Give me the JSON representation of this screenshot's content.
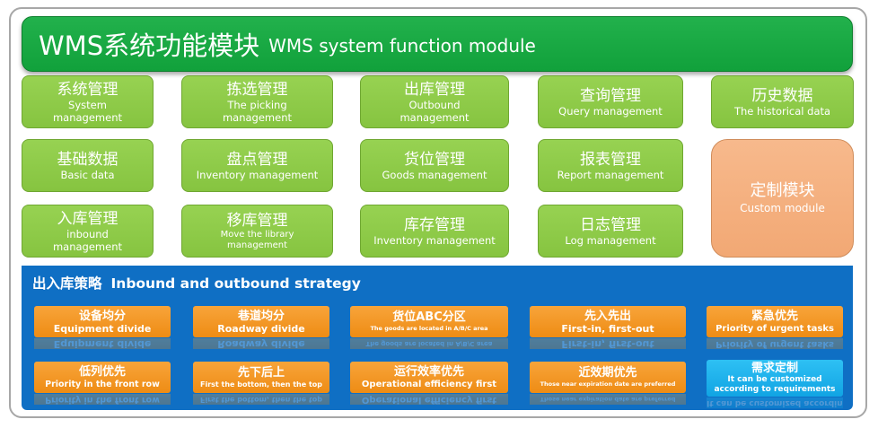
{
  "header": {
    "title_cn": "WMS系统功能模块",
    "title_en": "WMS system function module"
  },
  "modules": [
    {
      "cn": "系统管理",
      "en": "System management"
    },
    {
      "cn": "拣选管理",
      "en": "The picking management"
    },
    {
      "cn": "出库管理",
      "en": "Outbound management"
    },
    {
      "cn": "查询管理",
      "en": "Query management"
    },
    {
      "cn": "历史数据",
      "en": "The historical data"
    },
    {
      "cn": "基础数据",
      "en": "Basic data"
    },
    {
      "cn": "盘点管理",
      "en": "Inventory management"
    },
    {
      "cn": "货位管理",
      "en": "Goods management"
    },
    {
      "cn": "报表管理",
      "en": "Report management"
    },
    {
      "cn": "入库管理",
      "en": "inbound management"
    },
    {
      "cn": "移库管理",
      "en": "Move the library management"
    },
    {
      "cn": "库存管理",
      "en": "Inventory management"
    },
    {
      "cn": "日志管理",
      "en": "Log management"
    }
  ],
  "custom_module": {
    "cn": "定制模块",
    "en": "Custom module"
  },
  "strategy": {
    "title_cn": "出入库策略",
    "title_en": "Inbound and outbound strategy",
    "items": [
      {
        "cn": "设备均分",
        "en": "Equipment divide"
      },
      {
        "cn": "巷道均分",
        "en": "Roadway divide"
      },
      {
        "cn": "货位ABC分区",
        "en": "The goods are located in A/B/C area"
      },
      {
        "cn": "先入先出",
        "en": "First-in, first-out"
      },
      {
        "cn": "紧急优先",
        "en": "Priority of urgent tasks"
      },
      {
        "cn": "低列优先",
        "en": "Priority in the front row"
      },
      {
        "cn": "先下后上",
        "en": "First the bottom, then the top"
      },
      {
        "cn": "运行效率优先",
        "en": "Operational efficiency first"
      },
      {
        "cn": "近效期优先",
        "en": "Those near expiration date are preferred"
      },
      {
        "cn": "需求定制",
        "en": "It can be customized according to requirements"
      }
    ]
  },
  "colors": {
    "header_green": "#22b14c",
    "module_green": "#8ecb49",
    "custom_orange": "#f4b07e",
    "strategy_blue": "#0f6fc4",
    "strategy_orange": "#f39a28",
    "strategy_cyan": "#1eb2ec"
  }
}
